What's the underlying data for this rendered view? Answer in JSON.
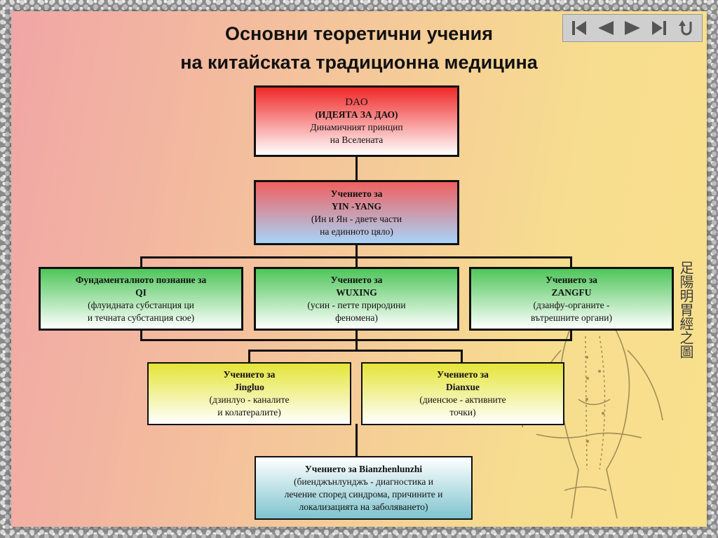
{
  "title": {
    "line1": "Основни теоретични учения",
    "line2": "на китайската традиционна медицина"
  },
  "nav": {
    "buttons": [
      "first-icon",
      "prev-icon",
      "next-icon",
      "last-icon",
      "return-icon"
    ]
  },
  "side_caption": "足陽明胃經之圖",
  "nodes": {
    "dao": {
      "l1": "DAO",
      "l2": "(ИДЕЯТА ЗА ДАО)",
      "l3": "Динамичният принцип",
      "l4": "на Вселената"
    },
    "yinyang": {
      "l1": "Учението за",
      "l2": "YIN -YANG",
      "l3": "(Ин и Ян - двете части",
      "l4": "на единното цяло)"
    },
    "qi": {
      "l1": "Фундаменталното познание за",
      "l2": "QI",
      "l3": "(флуидната субстанция ци",
      "l4": "и течната субстанция сюе)"
    },
    "wuxing": {
      "l1": "Учението за",
      "l2": "WUXING",
      "l3": "(усин - петте природини",
      "l4": "феномена)"
    },
    "zangfu": {
      "l1": "Учението за",
      "l2": "ZANGFU",
      "l3": "(дзанфу-органите -",
      "l4": "вътрешните органи)"
    },
    "jingluo": {
      "l1": "Учението за",
      "l2": "Jingluo",
      "l3": "(дзинлуо - каналите",
      "l4": "и колатералите)"
    },
    "dianxue": {
      "l1": "Учението за",
      "l2": "Dianxue",
      "l3": "(диенсюе - активните",
      "l4": "точки)"
    },
    "bianzheng": {
      "l1": "Учението за Bianzhenlunzhi",
      "l2": "(биенджънлунджъ - диагностика и",
      "l3": "лечение според синдрома, причините и",
      "l4": "локализацията на заболяването)"
    }
  }
}
